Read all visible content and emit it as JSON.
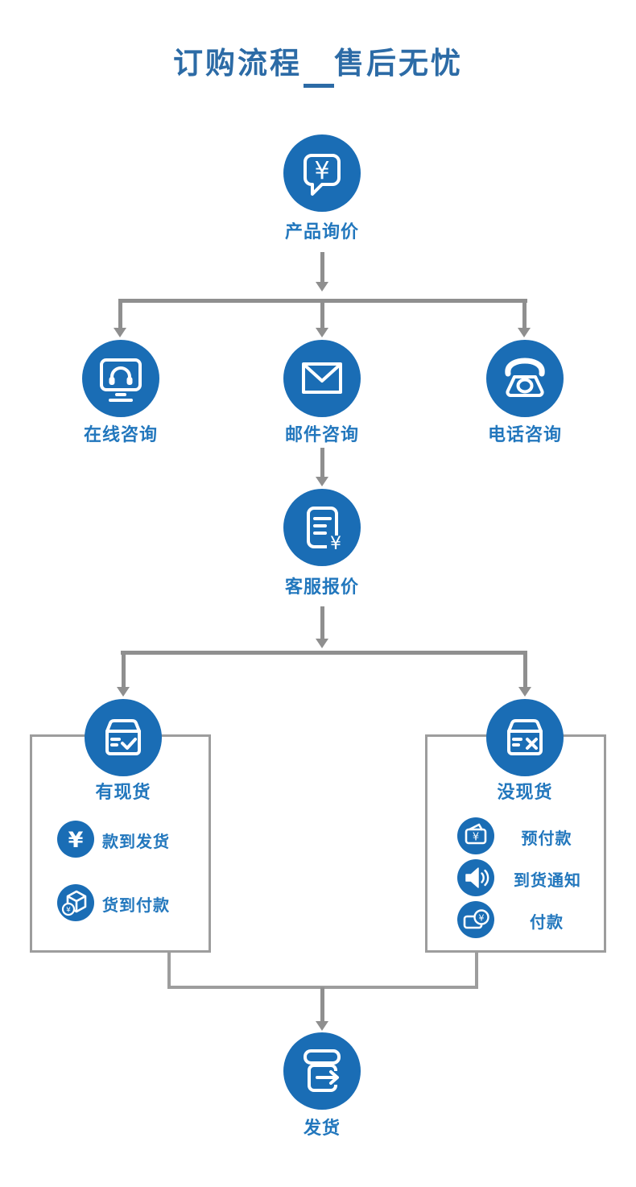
{
  "title": {
    "text": "订购流程　售后无忧"
  },
  "colors": {
    "circle_blue": "#1a6db5",
    "title_blue": "#2c6ba6",
    "label_blue": "#2277bd",
    "connector_grey": "#8f8f8f",
    "box_border_grey": "#9d9d9d"
  },
  "glyphs": {
    "yuan": "¥"
  },
  "nodes": {
    "inquiry": {
      "label": "产品询价",
      "icon": "speech-bubble-yuan-icon"
    },
    "channels": [
      {
        "label": "在线咨询",
        "icon": "monitor-headset-icon"
      },
      {
        "label": "邮件咨询",
        "icon": "envelope-icon"
      },
      {
        "label": "电话咨询",
        "icon": "telephone-icon"
      }
    ],
    "quote": {
      "label": "客服报价",
      "icon": "document-yuan-icon"
    },
    "in_stock": {
      "label": "有现货",
      "icon": "box-check-icon",
      "items": [
        {
          "label": "款到发货",
          "icon": "yuan-sign-icon"
        },
        {
          "label": "货到付款",
          "icon": "package-yuan-icon"
        }
      ]
    },
    "out_of_stock": {
      "label": "没现货",
      "icon": "box-x-icon",
      "items": [
        {
          "label": "预付款",
          "icon": "wallet-yuan-icon"
        },
        {
          "label": "到货通知",
          "icon": "speaker-icon"
        },
        {
          "label": "付款",
          "icon": "card-yuan-icon"
        }
      ]
    },
    "ship": {
      "label": "发货",
      "icon": "box-arrow-icon"
    }
  }
}
